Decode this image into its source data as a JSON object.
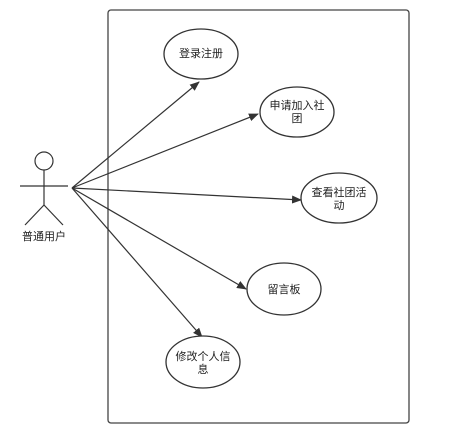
{
  "diagram": {
    "actor": {
      "label": "普通用户"
    },
    "use_cases": [
      {
        "label_lines": [
          "登录注册"
        ]
      },
      {
        "label_lines": [
          "申请加入社",
          "团"
        ]
      },
      {
        "label_lines": [
          "查看社团活",
          "动"
        ]
      },
      {
        "label_lines": [
          "留言板"
        ]
      },
      {
        "label_lines": [
          "修改个人信",
          "息"
        ]
      }
    ]
  }
}
